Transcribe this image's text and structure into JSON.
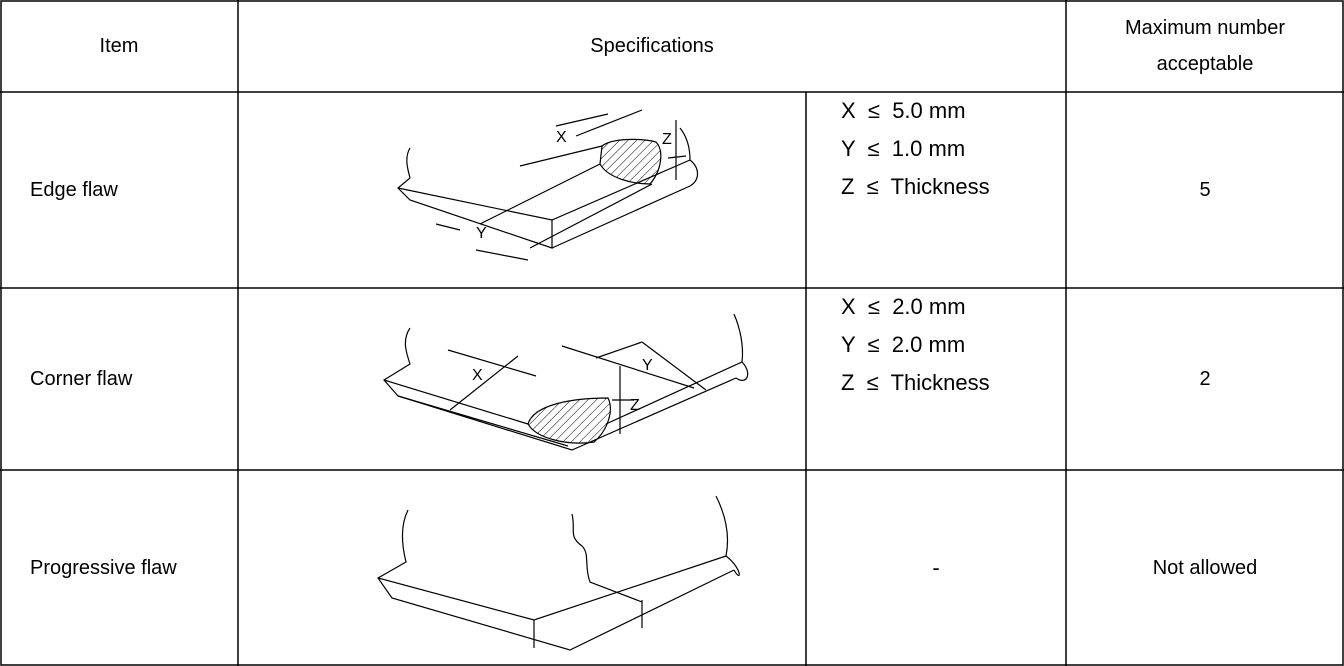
{
  "header": {
    "item": "Item",
    "specifications": "Specifications",
    "max_line1": "Maximum number",
    "max_line2": "acceptable"
  },
  "rows": [
    {
      "item": "Edge flaw",
      "specs": [
        "X  ≤  5.0 mm",
        "Y  ≤  1.0 mm",
        "Z  ≤  Thickness"
      ],
      "max": "5",
      "figure_labels": [
        "X",
        "Y",
        "Z"
      ]
    },
    {
      "item": "Corner flaw",
      "specs": [
        "X  ≤  2.0 mm",
        "Y  ≤  2.0 mm",
        "Z  ≤  Thickness"
      ],
      "max": "2",
      "figure_labels": [
        "X",
        "Y",
        "Z"
      ]
    },
    {
      "item": "Progressive flaw",
      "specs": [
        "-"
      ],
      "max": "Not allowed"
    }
  ]
}
